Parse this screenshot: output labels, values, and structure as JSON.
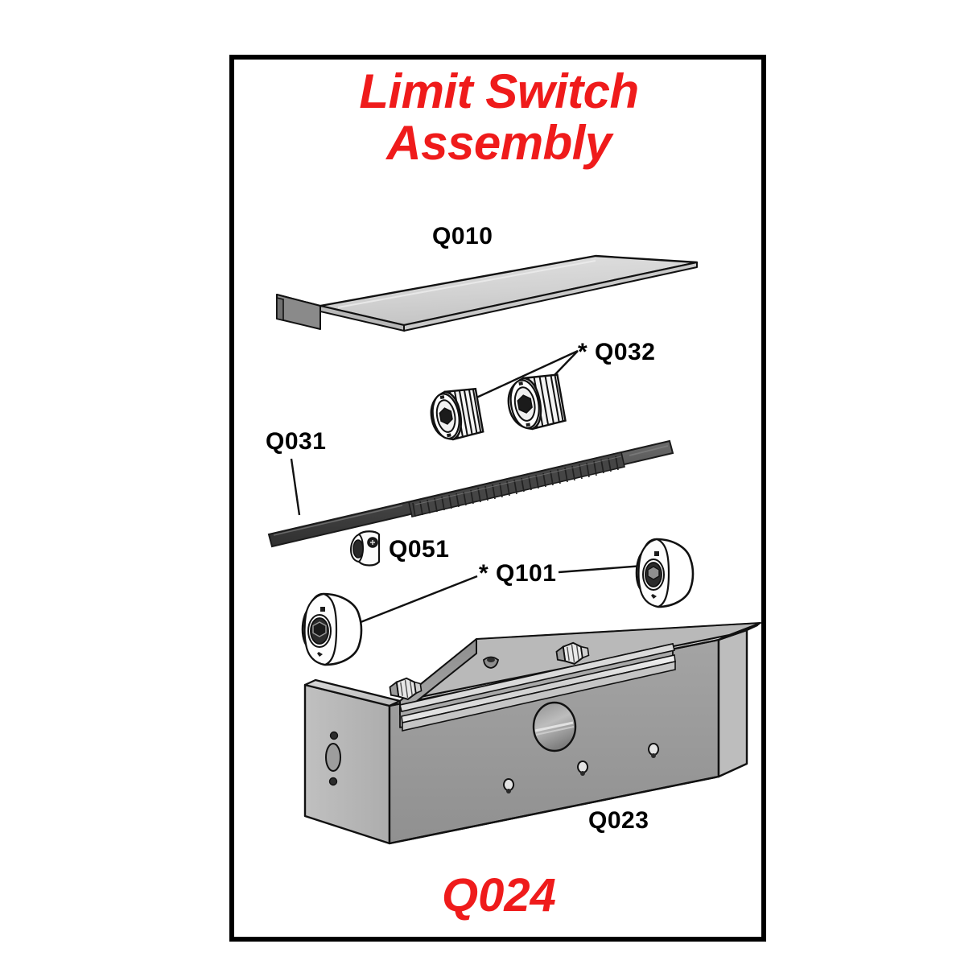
{
  "diagram": {
    "title": "Limit Switch\nAssembly",
    "assembly_code": "Q024",
    "title_color": "#ef1b1b",
    "frame_color": "#000000",
    "background": "#ffffff"
  },
  "parts": [
    {
      "id": "q010",
      "label": "Q010",
      "name": "cover-plate",
      "description": "flat sheet metal cover plate with bent lip"
    },
    {
      "id": "q032",
      "label": "* Q032",
      "name": "cam-wheel",
      "description": "knurled cam wheel with hexagonal bore",
      "quantity": 2,
      "starred": true
    },
    {
      "id": "q031",
      "label": "Q031",
      "name": "threaded-shaft",
      "description": "threaded drive shaft"
    },
    {
      "id": "q051",
      "label": "Q051",
      "name": "collar-clamp",
      "description": "small set-screw collar"
    },
    {
      "id": "q101",
      "label": "* Q101",
      "name": "bearing-block",
      "description": "bearing block with hexagonal bore",
      "quantity": 2,
      "starred": true
    },
    {
      "id": "q023",
      "label": "Q023",
      "name": "enclosure-box",
      "description": "open top sheet metal enclosure with DIN rail and bolts"
    }
  ],
  "colors": {
    "metal_light": "#d6d6d6",
    "metal_mid": "#9a9a9a",
    "metal_face": "#b5b5b5",
    "metal_dark": "#6e6e6e",
    "shaft_dark": "#4a4a4a",
    "shaft_darker": "#373737",
    "outline": "#111111",
    "red": "#ef1b1b"
  }
}
